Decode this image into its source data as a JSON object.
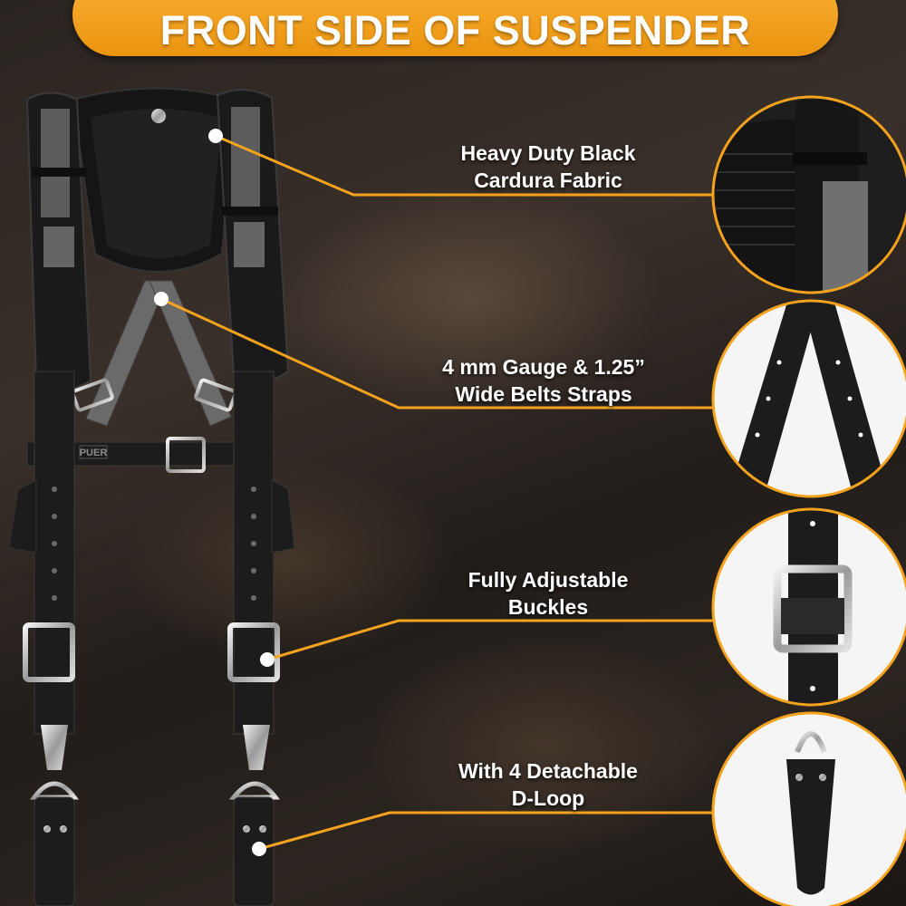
{
  "banner": {
    "title": "FRONT SIDE OF SUSPENDER"
  },
  "product": {
    "brand_stamp": "PUER"
  },
  "callouts": [
    {
      "line1": "Heavy Duty Black",
      "line2": "Cardura Fabric"
    },
    {
      "line1": "4 mm Gauge & 1.25”",
      "line2": "Wide Belts Straps"
    },
    {
      "line1": "Fully Adjustable",
      "line2": "Buckles"
    },
    {
      "line1": "With 4 Detachable",
      "line2": "D-Loop"
    }
  ],
  "colors": {
    "accent": "#f5a31e",
    "background": "#2a2320",
    "leather": "#1c1c1c",
    "text": "#ffffff"
  }
}
